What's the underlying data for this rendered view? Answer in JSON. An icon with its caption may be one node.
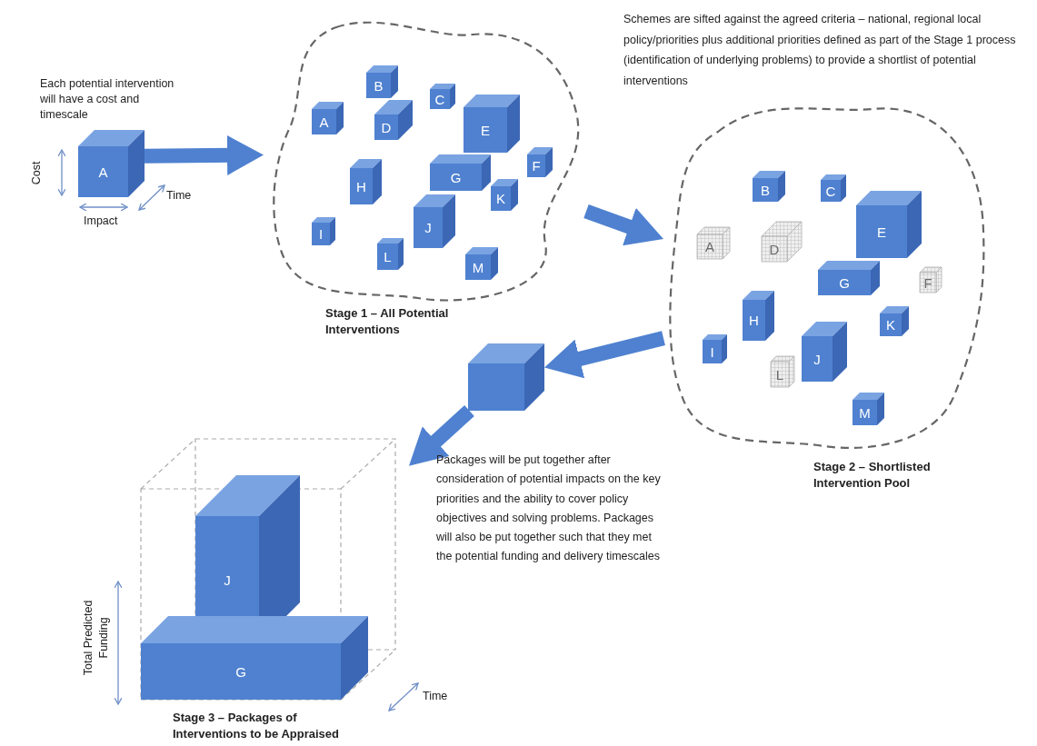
{
  "diagram": {
    "nodes": [
      {
        "text": [
          "A"
        ]
      },
      {
        "text": [
          "Stage 1 – All Potential Interventions"
        ]
      },
      {
        "text": [
          "A"
        ],
        "in": 1
      },
      {
        "text": [
          "B"
        ],
        "in": 1
      },
      {
        "text": [
          "C"
        ],
        "in": 1
      },
      {
        "text": [
          "D"
        ],
        "in": 1
      },
      {
        "text": [
          "E"
        ],
        "in": 1
      },
      {
        "text": [
          "F"
        ],
        "in": 1
      },
      {
        "text": [
          "G"
        ],
        "in": 1
      },
      {
        "text": [
          "H"
        ],
        "in": 1
      },
      {
        "text": [
          "I"
        ],
        "in": 1
      },
      {
        "text": [
          "J"
        ],
        "in": 1
      },
      {
        "text": [
          "K"
        ],
        "in": 1
      },
      {
        "text": [
          "L"
        ],
        "in": 1
      },
      {
        "text": [
          "M"
        ],
        "in": 1
      },
      {
        "text": [
          "Stage 2 – Shortlisted Intervention Pool"
        ]
      },
      {
        "text": [
          "A"
        ],
        "in": 15
      },
      {
        "text": [
          "B"
        ],
        "in": 15
      },
      {
        "text": [
          "C"
        ],
        "in": 15
      },
      {
        "text": [
          "D"
        ],
        "in": 15
      },
      {
        "text": [
          "E"
        ],
        "in": 15
      },
      {
        "text": [
          "F"
        ],
        "in": 15
      },
      {
        "text": [
          "G"
        ],
        "in": 15
      },
      {
        "text": [
          "H"
        ],
        "in": 15
      },
      {
        "text": [
          "I"
        ],
        "in": 15
      },
      {
        "text": [
          "J"
        ],
        "in": 15
      },
      {
        "text": [
          "K"
        ],
        "in": 15
      },
      {
        "text": [
          "L"
        ],
        "in": 15
      },
      {
        "text": [
          "M"
        ],
        "in": 15
      },
      {
        "text": [],
        "shape": "box"
      },
      {
        "text": [
          "Stage 3 – Packages of Interventions to be Appraised"
        ]
      },
      {
        "text": [
          "J"
        ],
        "in": 30
      },
      {
        "text": [
          "G"
        ],
        "in": 30
      }
    ],
    "edges": [
      {
        "from": 0,
        "to": 1,
        "arrow": "to"
      },
      {
        "from": 1,
        "to": 15,
        "arrow": "to"
      },
      {
        "from": 15,
        "to": 29,
        "arrow": "to"
      },
      {
        "from": 29,
        "to": 30,
        "arrow": "to"
      }
    ],
    "labels": [
      "Each potential intervention will have a cost and timescale",
      "Cost",
      "Impact",
      "Time",
      "Schemes are sifted against the agreed criteria – national, regional local policy/priorities plus additional priorities defined as part of the Stage 1 process (identification of underlying problems)  to provide a shortlist of potential interventions",
      "Packages will be put together after consideration of potential impacts on the key priorities and the ability to cover policy objectives and solving problems.  Packages will also be put together such that they met the potential funding and delivery timescales",
      "Total Predicted Funding",
      "Time"
    ]
  }
}
